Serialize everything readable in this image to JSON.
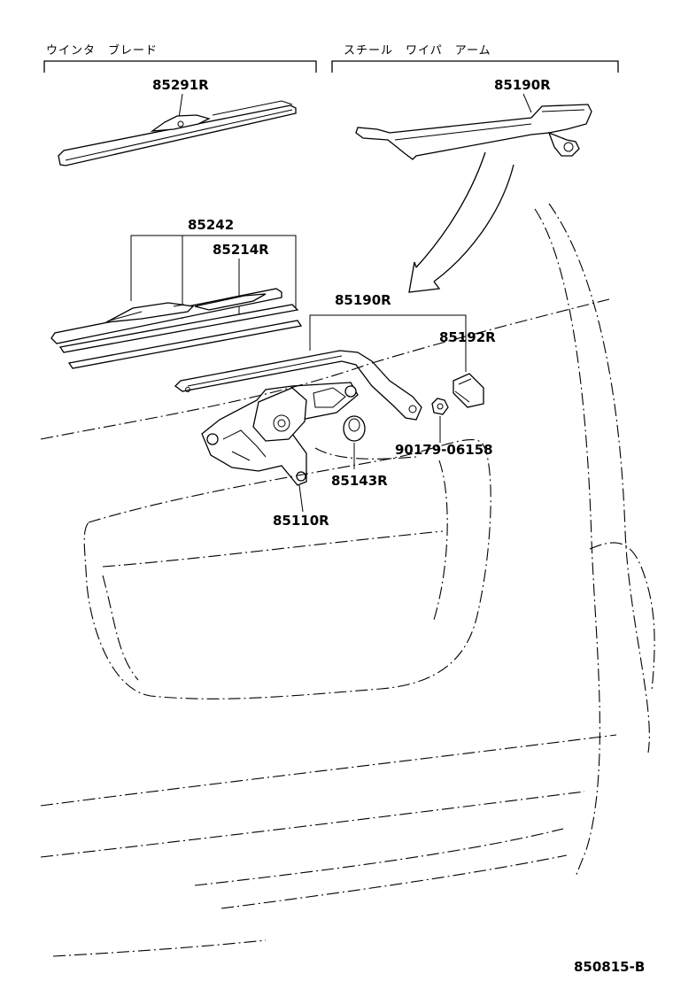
{
  "groups": {
    "blade": {
      "label": "ウインタ　ブレード"
    },
    "arm": {
      "label": "スチール　ワイパ　アーム"
    }
  },
  "parts": {
    "p85291R": "85291R",
    "p85190R_top": "85190R",
    "p85242": "85242",
    "p85214R": "85214R",
    "p85190R": "85190R",
    "p85192R": "85192R",
    "p90179": "90179-06158",
    "p85143R": "85143R",
    "p85110R": "85110R"
  },
  "illustration_id": "850815-B"
}
